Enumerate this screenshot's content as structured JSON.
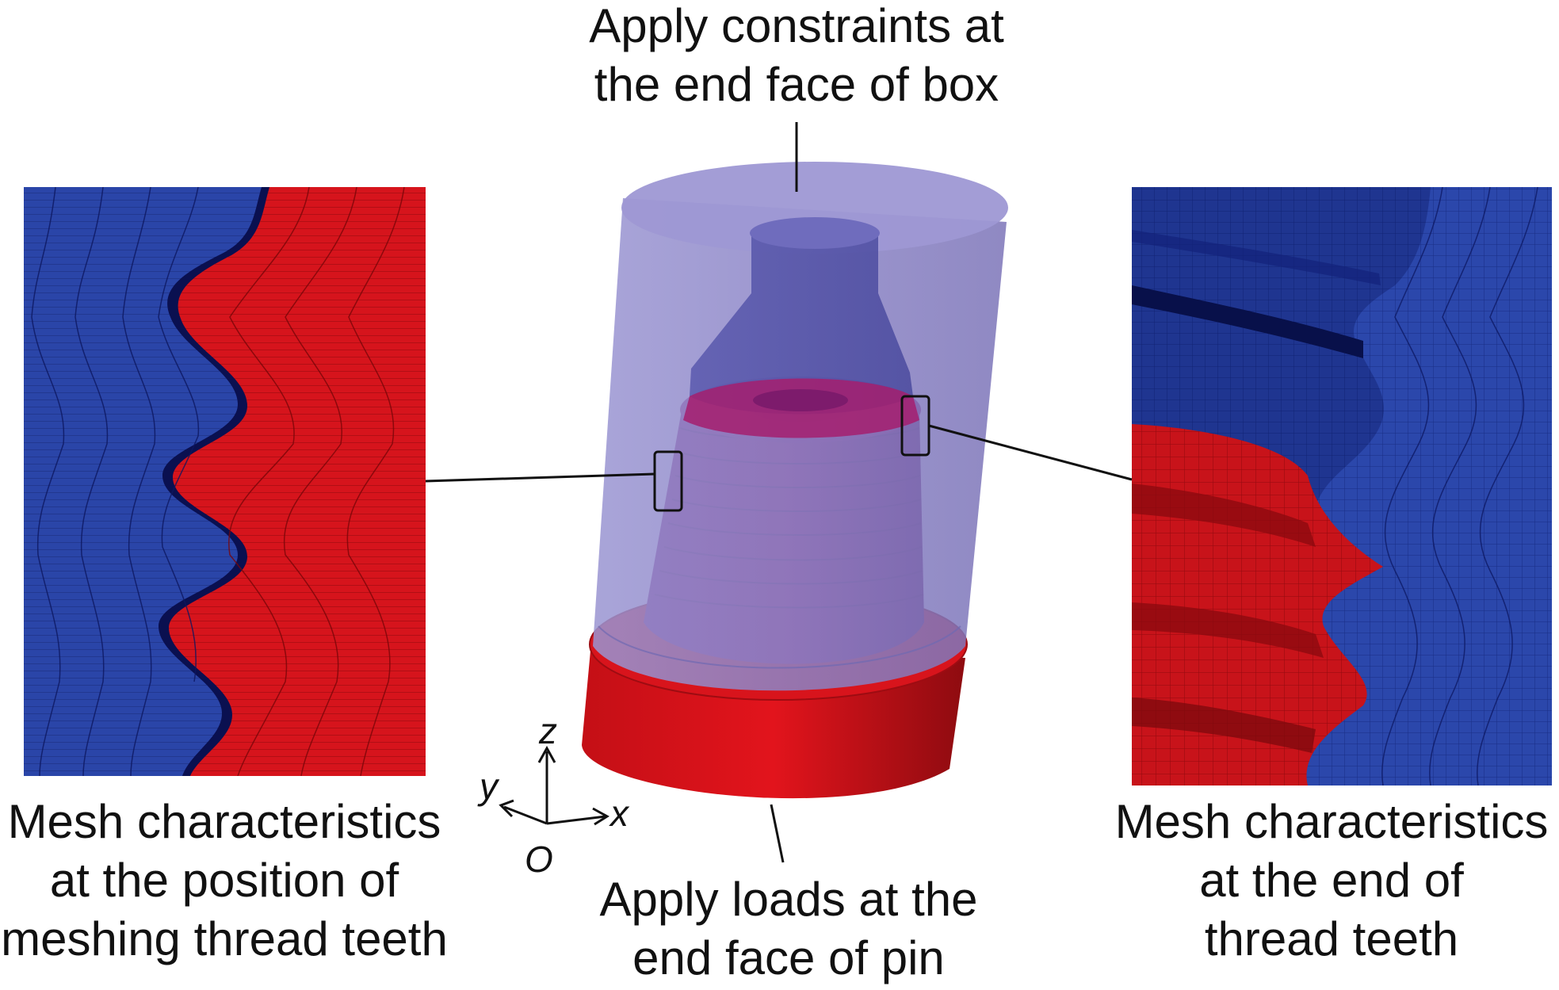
{
  "captions": {
    "top": [
      "Apply constraints at",
      "the end face of box"
    ],
    "bottom": [
      "Apply loads at the",
      "end face of pin"
    ],
    "left": [
      "Mesh characteristics",
      "at the position of",
      "meshing thread teeth"
    ],
    "right": [
      "Mesh characteristics",
      "at the end of",
      "thread teeth"
    ]
  },
  "axes": {
    "z": "z",
    "y": "y",
    "x": "x",
    "origin": "O"
  },
  "colors": {
    "pin_red": "#d4141b",
    "box_blue": "#2b3f9e",
    "box_translucent": "#8d86c9",
    "mesh_line": "#101a55",
    "text": "#111111"
  }
}
